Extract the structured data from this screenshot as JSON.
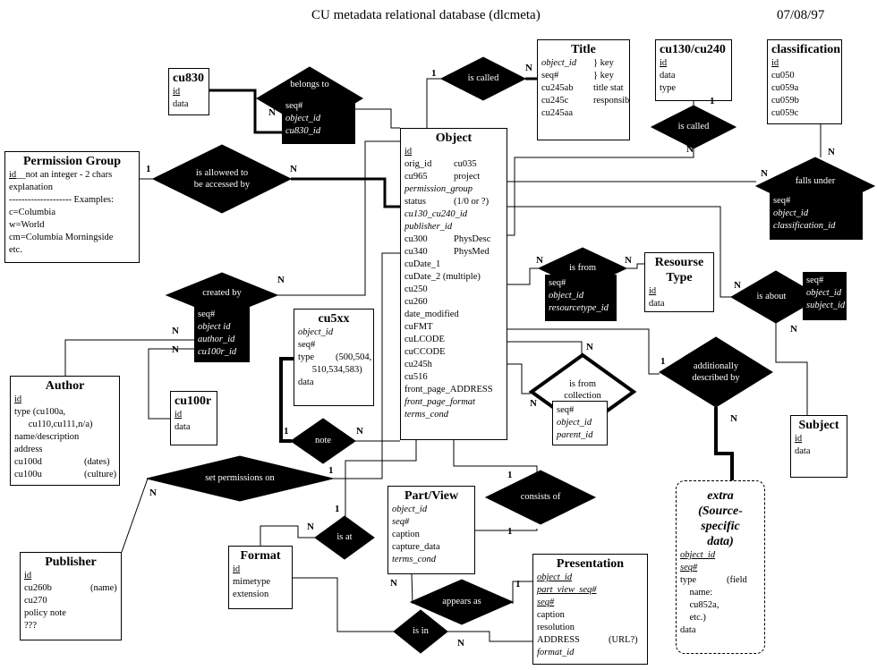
{
  "header": {
    "title": "CU metadata relational database (dlcmeta)",
    "date": "07/08/97"
  },
  "entities": {
    "cu830": {
      "title": "cu830",
      "fields": [
        {
          "text": "id",
          "style": "u"
        },
        {
          "text": "data"
        }
      ]
    },
    "permission_group": {
      "title": "Permission Group",
      "fields": [
        {
          "text": "id",
          "style": "u",
          "note": "__not an integer - 2 chars"
        },
        {
          "text": "explanation"
        },
        {
          "text": "-------------------- Examples:"
        },
        {
          "text": "c=Columbia"
        },
        {
          "text": "w=World"
        },
        {
          "text": "cm=Columbia Morningside"
        },
        {
          "text": "etc."
        }
      ]
    },
    "title": {
      "title": "Title",
      "fields": [
        {
          "text": "object_id",
          "style": "i",
          "note": "} key"
        },
        {
          "text": "seq#",
          "note": "} key"
        },
        {
          "text": "cu245ab",
          "note": "title stat"
        },
        {
          "text": "cu245c",
          "note": "responsib"
        },
        {
          "text": "cu245aa"
        }
      ]
    },
    "cu130_cu240": {
      "title": "cu130/cu240",
      "fields": [
        {
          "text": "id",
          "style": "u"
        },
        {
          "text": "data"
        },
        {
          "text": "type"
        }
      ]
    },
    "classification": {
      "title": "classification",
      "fields": [
        {
          "text": "id",
          "style": "u"
        },
        {
          "text": "cu050"
        },
        {
          "text": "cu059a"
        },
        {
          "text": "cu059b"
        },
        {
          "text": "cu059c"
        }
      ]
    },
    "object": {
      "title": "Object",
      "fields": [
        {
          "text": "id",
          "style": "u"
        },
        {
          "text": "orig_id",
          "note": "cu035"
        },
        {
          "text": "cu965",
          "note": "project"
        },
        {
          "text": "permission_group",
          "style": "i"
        },
        {
          "text": "status",
          "note": "(1/0 or ?)"
        },
        {
          "text": "cu130_cu240_id",
          "style": "i"
        },
        {
          "text": "publisher_id",
          "style": "i"
        },
        {
          "text": "cu300",
          "note": "PhysDesc"
        },
        {
          "text": "cu340",
          "note": "PhysMed"
        },
        {
          "text": "cuDate_1"
        },
        {
          "text": "cuDate_2 (multiple)"
        },
        {
          "text": "cu250"
        },
        {
          "text": "cu260"
        },
        {
          "text": "date_modified"
        },
        {
          "text": "cuFMT"
        },
        {
          "text": "cuLCODE"
        },
        {
          "text": "cuCCODE"
        },
        {
          "text": "cu245h"
        },
        {
          "text": "cu516"
        },
        {
          "text": "front_page_ADDRESS"
        },
        {
          "text": "front_page_format",
          "style": "i"
        },
        {
          "text": "terms_cond",
          "style": "i"
        }
      ]
    },
    "resource_type": {
      "title": "Resourse Type",
      "fields": [
        {
          "text": "id",
          "style": "u"
        },
        {
          "text": "data"
        }
      ]
    },
    "subject": {
      "title": "Subject",
      "fields": [
        {
          "text": "id",
          "style": "u"
        },
        {
          "text": "data"
        }
      ]
    },
    "extra": {
      "title": "extra (Source-specific data)",
      "fields": [
        {
          "text": "object_id",
          "style": "iu"
        },
        {
          "text": "seq#",
          "style": "iu"
        },
        {
          "text": "type",
          "note": "(field"
        },
        {
          "text": "    name:"
        },
        {
          "text": "    cu852a,"
        },
        {
          "text": "    etc.)"
        },
        {
          "text": "data"
        }
      ]
    },
    "cu5xx": {
      "title": "cu5xx",
      "fields": [
        {
          "text": "object_id",
          "style": "i"
        },
        {
          "text": "seq#"
        },
        {
          "text": "type",
          "note": "(500,504,"
        },
        {
          "text": "      510,534,583)"
        },
        {
          "text": "data"
        }
      ]
    },
    "cu100r": {
      "title": "cu100r",
      "fields": [
        {
          "text": "id",
          "style": "u"
        },
        {
          "text": "data"
        }
      ]
    },
    "author": {
      "title": "Author",
      "fields": [
        {
          "text": "id",
          "style": "u"
        },
        {
          "text": "type   (cu100a,"
        },
        {
          "text": "      cu110,cu111,n/a)"
        },
        {
          "text": "name/description"
        },
        {
          "text": "address"
        },
        {
          "text": "cu100d",
          "note": "(dates)"
        },
        {
          "text": "cu100u",
          "note": "(culture)"
        }
      ]
    },
    "publisher": {
      "title": "Publisher",
      "fields": [
        {
          "text": "id",
          "style": "u"
        },
        {
          "text": "cu260b",
          "note": "(name)"
        },
        {
          "text": "cu270"
        },
        {
          "text": "policy note"
        },
        {
          "text": "???"
        }
      ]
    },
    "format": {
      "title": "Format",
      "fields": [
        {
          "text": "id",
          "style": "u"
        },
        {
          "text": "mimetype"
        },
        {
          "text": "extension"
        }
      ]
    },
    "part_view": {
      "title": "Part/View",
      "fields": [
        {
          "text": "object_id",
          "style": "i"
        },
        {
          "text": "seq#",
          "style": "i"
        },
        {
          "text": "caption"
        },
        {
          "text": "capture_data"
        },
        {
          "text": "terms_cond",
          "style": "i"
        }
      ]
    },
    "presentation": {
      "title": "Presentation",
      "fields": [
        {
          "text": "object_id",
          "style": "iu"
        },
        {
          "text": "part_view_seq#",
          "style": "iu"
        },
        {
          "text": "seq#",
          "style": "iu"
        },
        {
          "text": "caption"
        },
        {
          "text": "resolution"
        },
        {
          "text": "ADDRESS",
          "note": "(URL?)"
        },
        {
          "text": "format_id",
          "style": "i"
        }
      ]
    }
  },
  "relationships": {
    "belongs_to": {
      "label": "belongs to",
      "attributes": [
        {
          "text": "seq#"
        },
        {
          "text": "object_id",
          "style": "i"
        },
        {
          "text": "cu830_id",
          "style": "i"
        }
      ]
    },
    "is_allowed": {
      "label": "is  alloweed  to\nbe accessed by"
    },
    "is_called_title": {
      "label": "is called"
    },
    "is_called_cu130": {
      "label": "is called"
    },
    "falls_under": {
      "label": "falls under",
      "attributes": [
        {
          "text": "seq#"
        },
        {
          "text": "object_id",
          "style": "i"
        },
        {
          "text": "classification_id",
          "style": "i"
        }
      ]
    },
    "is_from": {
      "label": "is from",
      "attributes": [
        {
          "text": "seq#"
        },
        {
          "text": "object_id",
          "style": "i"
        },
        {
          "text": "resourcetype_id",
          "style": "i"
        }
      ]
    },
    "is_about": {
      "label": "is about",
      "attributes": [
        {
          "text": "seq#"
        },
        {
          "text": "object_id",
          "style": "i"
        },
        {
          "text": "subject_id",
          "style": "i"
        }
      ]
    },
    "additionally": {
      "label": "additionally\ndescribed by"
    },
    "from_collection": {
      "label": "is       from\ncollection",
      "attributes": [
        {
          "text": "seq#"
        },
        {
          "text": "object_id",
          "style": "i"
        },
        {
          "text": "parent_id",
          "style": "i"
        }
      ]
    },
    "created_by": {
      "label": "created by",
      "attributes": [
        {
          "text": "seq#"
        },
        {
          "text": "object id",
          "style": "i"
        },
        {
          "text": "author_id",
          "style": "i"
        },
        {
          "text": "cu100r_id",
          "style": "i"
        }
      ]
    },
    "note": {
      "label": "note"
    },
    "set_permissions": {
      "label": "set permissions on"
    },
    "is_at": {
      "label": "is at"
    },
    "consists_of": {
      "label": "consists of"
    },
    "appears_as": {
      "label": "appears as"
    },
    "is_in": {
      "label": "is in"
    }
  },
  "cardinalities": [
    "N",
    "1",
    "N",
    "1",
    "N",
    "1",
    "N",
    "N",
    "N",
    "N",
    "N",
    "N",
    "N",
    "1",
    "N",
    "N",
    "N",
    "N",
    "N",
    "N",
    "1",
    "N",
    "1",
    "N",
    "1",
    "N",
    "1",
    "1",
    "N",
    "1",
    "N"
  ]
}
